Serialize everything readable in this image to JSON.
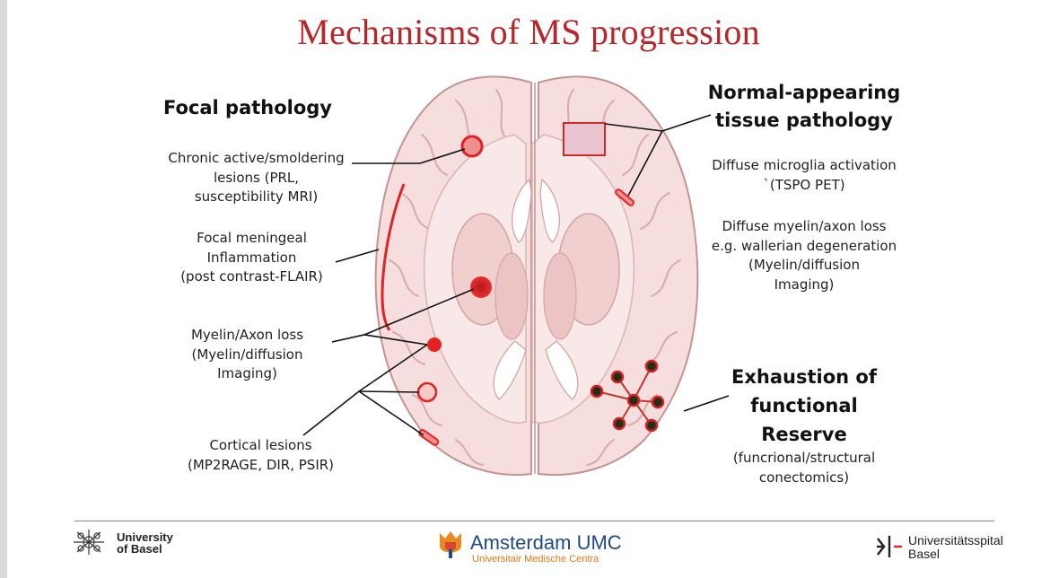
{
  "title": "Mechanisms of MS progression",
  "left": {
    "heading": "Focal pathology",
    "items": [
      {
        "lines": [
          "Chronic active/smoldering",
          "lesions (PRL,",
          "susceptibility MRI)"
        ]
      },
      {
        "lines": [
          "Focal meningeal",
          "Inflammation",
          "(post contrast-FLAIR)"
        ]
      },
      {
        "lines": [
          "Myelin/Axon loss",
          "(Myelin/diffusion",
          "Imaging)"
        ]
      },
      {
        "lines": [
          "Cortical lesions",
          "(MP2RAGE, DIR, PSIR)"
        ]
      }
    ]
  },
  "right": {
    "heading1": {
      "lines": [
        "Normal-appearing",
        "tissue pathology"
      ]
    },
    "items": [
      {
        "lines": [
          "Diffuse microglia activation",
          "`(TSPO PET)"
        ]
      },
      {
        "lines": [
          "Diffuse myelin/axon loss",
          "e.g. wallerian degeneration",
          "(Myelin/diffusion",
          "Imaging)"
        ]
      }
    ],
    "heading2": {
      "lines": [
        "Exhaustion of",
        "functional",
        "Reserve"
      ]
    },
    "sub": {
      "lines": [
        "(funcrional/structural",
        "conectomics)"
      ]
    }
  },
  "footer": {
    "basel": {
      "line1": "University",
      "line2": "of Basel"
    },
    "umc": {
      "name": "Amsterdam UMC",
      "sub": "Universitair Medische Centra"
    },
    "usb": {
      "line1": "Universitätsspital",
      "line2": "Basel"
    }
  },
  "colors": {
    "title": "#b8262a",
    "lesion": "#e02424",
    "brain": "#f7e1e1",
    "brain_outline": "#c99a9a"
  },
  "icons": [
    "brain-illustration",
    "university-basel-logo",
    "amsterdam-umc-logo",
    "universitatsspital-logo"
  ]
}
